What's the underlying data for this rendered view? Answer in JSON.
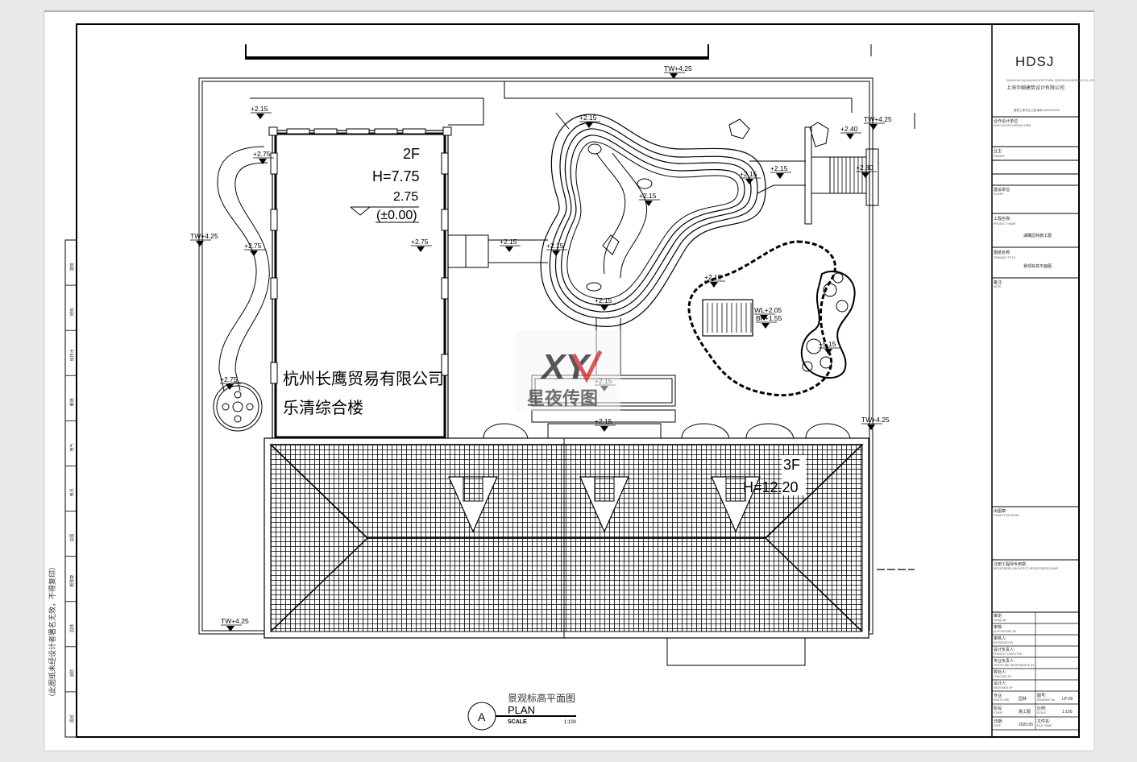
{
  "title_block": {
    "firm_logo": "HDSJ",
    "firm_name_en": "SHANGHAI HUA DAN ARCHITECTURAL DESIGN ENGINEERING CO.,LTD",
    "firm_name_cn": "上海华聃建筑设计有限公司",
    "qualification": "建筑工程专业乙级 编号 A031010000",
    "field_cooperation": "合作设计单位:",
    "field_cooperation_en": "ASSOCIATED DESIGN FIRM",
    "field_client": "业主:",
    "field_client_en": "OWNER",
    "field_builder": "建设单位:",
    "field_builder_en": "CLIENT",
    "field_project": "工程名称:",
    "field_project_en": "PROJECT NAME",
    "project_name": "湖鹰园林施工图",
    "field_drawing": "图纸名称:",
    "field_drawing_en": "DRAWING TITLE",
    "drawing_name": "景观标高平面图",
    "field_notes": "备注:",
    "field_notes_en": "NOTE",
    "field_stamp": "出图章:",
    "field_stamp_en": "STAMP FOR ISSUE",
    "field_reg": "注册工程师专用章:",
    "field_reg_en": "REGISTERED ARCHITECT REGISTERED STAMP",
    "roles": [
      {
        "cn": "审定:",
        "en": "Design By"
      },
      {
        "cn": "审核:",
        "en": "AUTHORIZED BY"
      },
      {
        "cn": "审核人:",
        "en": "REVIEWED BY"
      },
      {
        "cn": "设计负责人:",
        "en": "PROJECT DIRECTOR"
      },
      {
        "cn": "专业负责人:",
        "en": "DISCIPLINE RESPONSIBLE BY"
      },
      {
        "cn": "校对人:",
        "en": "CHECKED BY"
      },
      {
        "cn": "设计人:",
        "en": "DESIGNED BY"
      }
    ],
    "bottom": [
      {
        "cn": "专业:",
        "en": "DISCIPLINE",
        "val": "园林",
        "cn2": "图号:",
        "en2": "DRAWING No.",
        "val2": "LP-09"
      },
      {
        "cn": "阶段:",
        "en": "STAGE",
        "val": "施工图",
        "cn2": "比例:",
        "en2": "SCALE",
        "val2": "1:100"
      },
      {
        "cn": "日期:",
        "en": "DATE",
        "val": "2020.05",
        "cn2": "文件名:",
        "en2": "FILE NAME",
        "val2": ""
      }
    ]
  },
  "left_strip": {
    "note": "（此图纸未经设计者署名无效，不得复印）",
    "labels": [
      "建筑",
      "结构",
      "给排水",
      "暖通",
      "电气",
      "电讯",
      "总图",
      "概预算",
      "园林",
      "消防",
      "图纸"
    ]
  },
  "building_2f": {
    "floor": "2F",
    "height": "H=7.75",
    "level": "2.75",
    "level_ref": "(±0.00)"
  },
  "building_name": [
    "杭州长鹰贸易有限公司",
    "乐清综合楼"
  ],
  "building_3f": {
    "floor": "3F",
    "height": "H=12.20"
  },
  "elevations": [
    {
      "key": "tw_top",
      "text": "TW+4.25"
    },
    {
      "key": "a",
      "text": "+2.15"
    },
    {
      "key": "b",
      "text": "+2.75"
    },
    {
      "key": "c",
      "text": "TW+4.25"
    },
    {
      "key": "d",
      "text": "+2.75"
    },
    {
      "key": "e",
      "text": "+2.75"
    },
    {
      "key": "f",
      "text": "+2.75"
    },
    {
      "key": "g",
      "text": "TW+4.25"
    },
    {
      "key": "h",
      "text": "+2.15"
    },
    {
      "key": "i",
      "text": "+2.15"
    },
    {
      "key": "j",
      "text": "+2.15"
    },
    {
      "key": "k",
      "text": "+2.15"
    },
    {
      "key": "l",
      "text": "+2.40"
    },
    {
      "key": "m",
      "text": "TW+4.25"
    },
    {
      "key": "n",
      "text": "+2.15"
    },
    {
      "key": "o",
      "text": "+2.80"
    },
    {
      "key": "p",
      "text": "+2.15"
    },
    {
      "key": "q",
      "text": "+2.15"
    },
    {
      "key": "r",
      "text": "+2.15"
    },
    {
      "key": "s",
      "text": "WL+2.05"
    },
    {
      "key": "t",
      "text": "BF+1.55"
    },
    {
      "key": "u",
      "text": "+5.15"
    },
    {
      "key": "v",
      "text": "+2.15"
    },
    {
      "key": "w",
      "text": "+2.15"
    },
    {
      "key": "x",
      "text": "TW+4.25"
    }
  ],
  "watermark": {
    "text": "星夜传图",
    "mark": "XY"
  },
  "plan_label": {
    "marker": "A",
    "title_cn": "景观标高平面图",
    "title_en": "PLAN",
    "scale_label": "SCALE",
    "scale_value": "1:100"
  },
  "colors": {
    "line": "#000000",
    "paper": "#ffffff",
    "watermark_red": "#d9393a"
  }
}
